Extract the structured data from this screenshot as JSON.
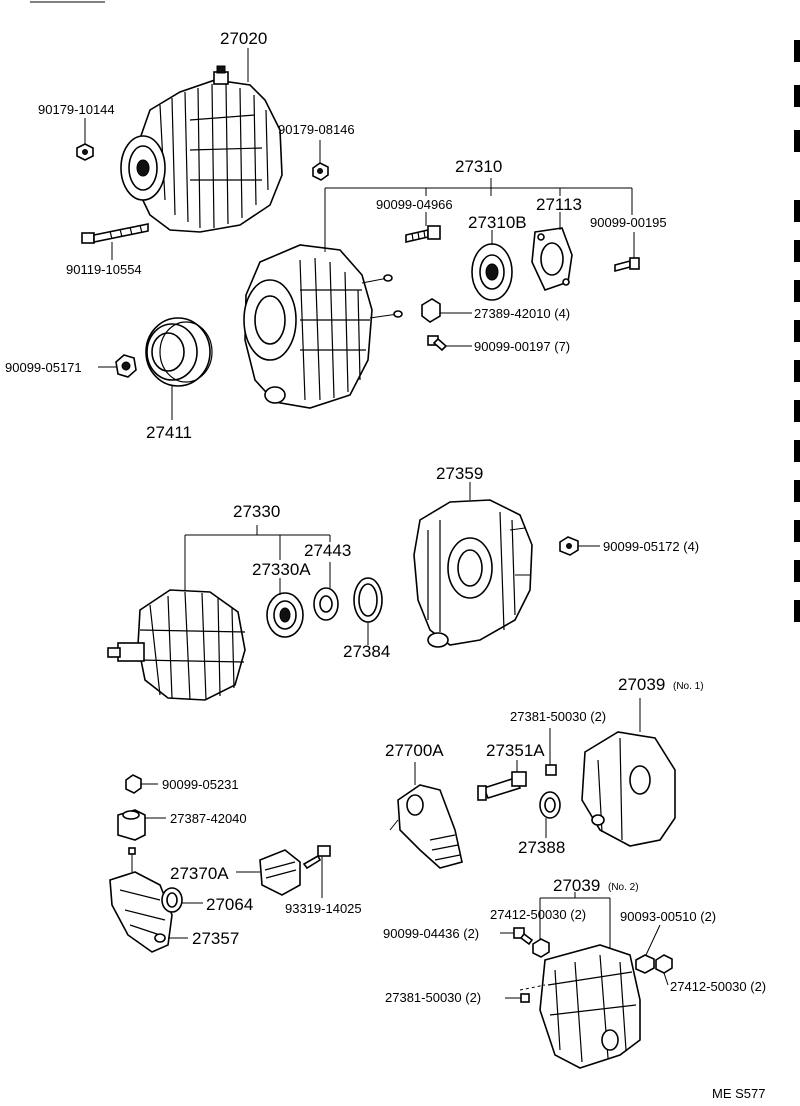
{
  "labels": {
    "p27020": "27020",
    "p90179_10144": "90179-10144",
    "p90179_08146": "90179-08146",
    "p27310": "27310",
    "p90099_04966": "90099-04966",
    "p27310B": "27310B",
    "p27113": "27113",
    "p90099_00195": "90099-00195",
    "p90119_10554": "90119-10554",
    "p27389_42010": "27389-42010 (4)",
    "p90099_00197": "90099-00197 (7)",
    "p90099_05171": "90099-05171",
    "p27411": "27411",
    "p27359": "27359",
    "p27330": "27330",
    "p27443": "27443",
    "p27330A": "27330A",
    "p90099_05172": "90099-05172 (4)",
    "p27384": "27384",
    "p27039_no1": "27039",
    "p27039_no1_note": "(No. 1)",
    "p27381_50030_a": "27381-50030 (2)",
    "p27700A": "27700A",
    "p27351A": "27351A",
    "p90099_05231": "90099-05231",
    "p27387_42040": "27387-42040",
    "p27388": "27388",
    "p27370A": "27370A",
    "p93319_14025": "93319-14025",
    "p27064": "27064",
    "p27039_no2": "27039",
    "p27039_no2_note": "(No. 2)",
    "p27412_50030_a": "27412-50030 (2)",
    "p90093_00510": "90093-00510 (2)",
    "p90099_04436": "90099-04436 (2)",
    "p27357": "27357",
    "p27412_50030_b": "27412-50030 (2)",
    "p27381_50030_b": "27381-50030 (2)",
    "footer_code": "ME S577"
  }
}
